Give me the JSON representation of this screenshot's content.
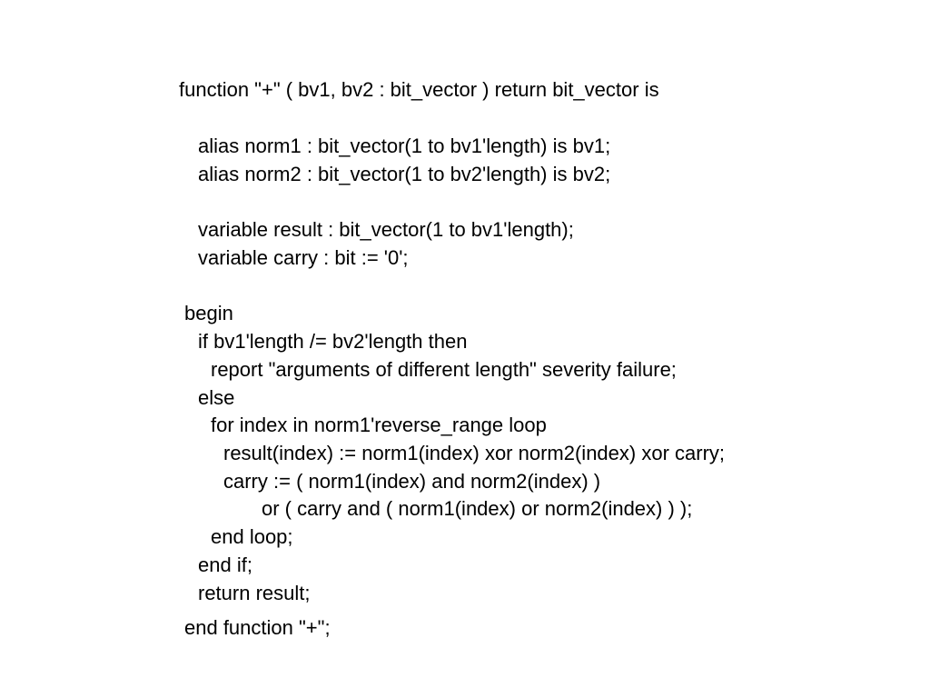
{
  "code_lines": [
    "function \"+\" ( bv1, bv2 : bit_vector ) return bit_vector is",
    "alias norm1 : bit_vector(1 to bv1'length) is bv1;",
    "alias norm2 : bit_vector(1 to bv2'length) is bv2;",
    "variable result : bit_vector(1 to bv1'length);",
    "variable carry : bit := '0';",
    "begin",
    "if bv1'length /= bv2'length then",
    "report \"arguments of different length\" severity failure;",
    "else",
    "for index in norm1'reverse_range loop",
    "result(index) := norm1(index) xor norm2(index) xor carry;",
    "carry := ( norm1(index) and norm2(index) )",
    "or ( carry and ( norm1(index) or norm2(index) ) );",
    "end loop;",
    "end if;",
    "return result;",
    "end function \"+\";"
  ]
}
